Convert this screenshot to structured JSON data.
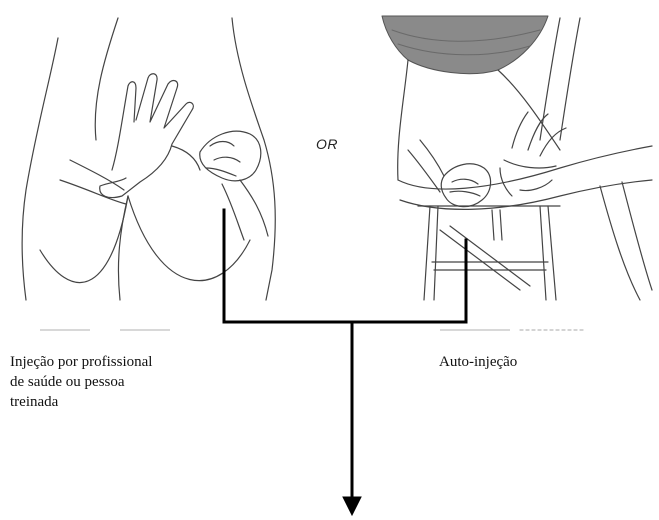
{
  "figure": {
    "or_label": "OR",
    "left_caption": "Injeção por profissional\nde saúde ou pessoa\ntreinada",
    "right_caption": "Auto-injeção",
    "colors": {
      "line": "#000000",
      "sketch": "#444444",
      "shading": "#8a8a8a",
      "background": "#ffffff"
    },
    "icons": [
      "buttock-injection-illustration",
      "thigh-self-injection-illustration",
      "merge-arrow"
    ]
  }
}
